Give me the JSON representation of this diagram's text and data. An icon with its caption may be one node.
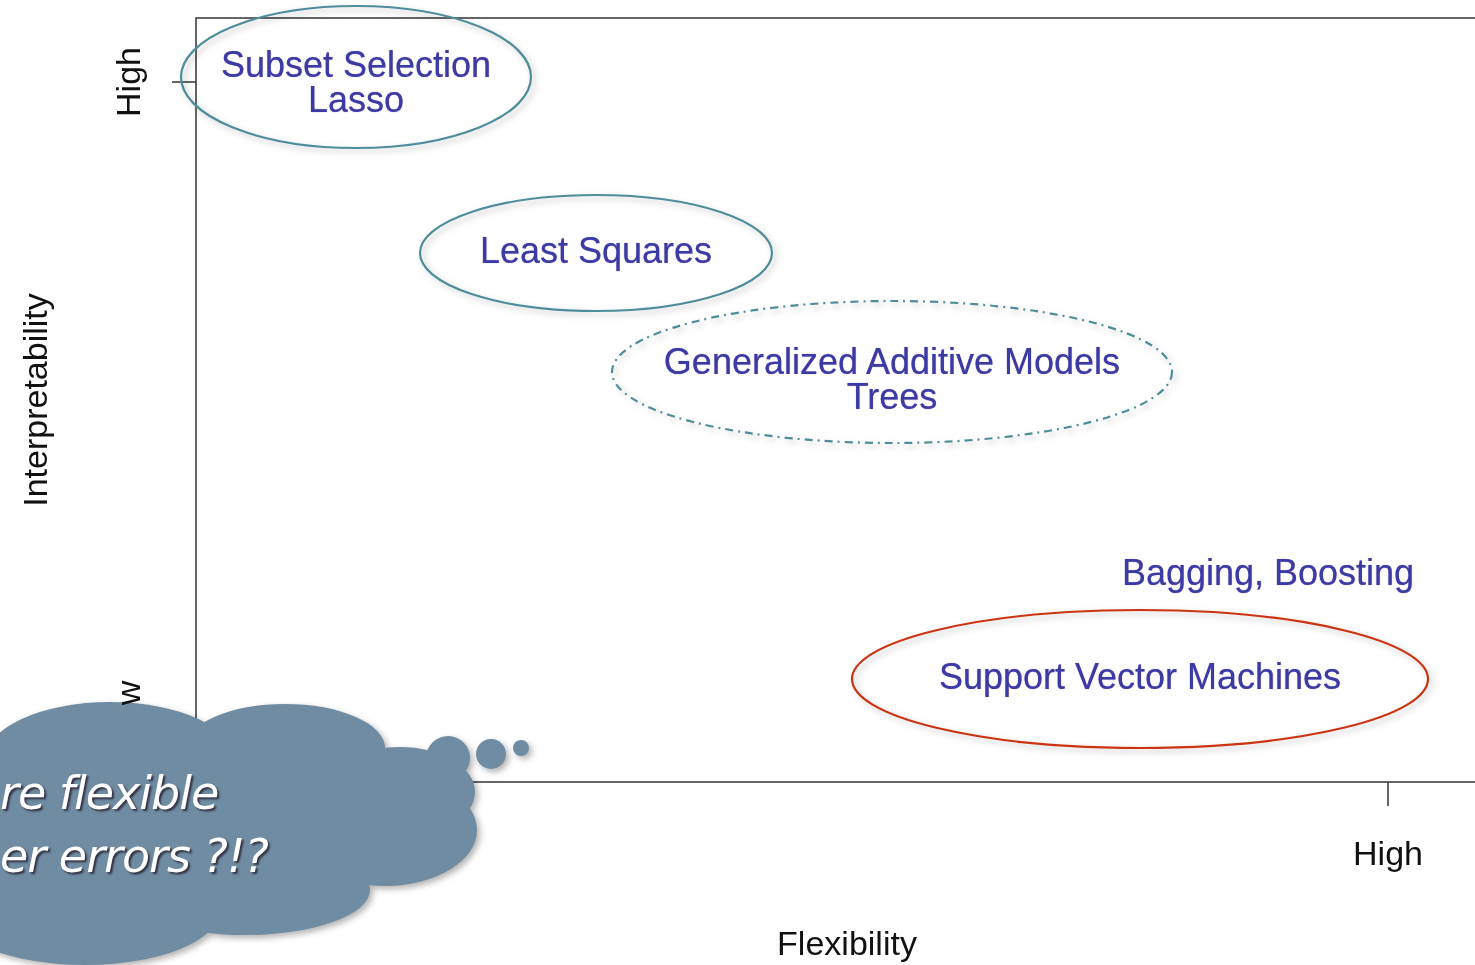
{
  "diagram": {
    "nodes": [
      {
        "text": [
          "Subset Selection Lasso"
        ]
      },
      {
        "text": [
          "Least Squares"
        ]
      },
      {
        "text": [
          "Generalized Additive Models Trees"
        ]
      },
      {
        "text": [
          "Support Vector Machines"
        ]
      },
      {
        "text": [
          "re flexible",
          "er errors ?!?"
        ]
      }
    ],
    "labels": [
      "High",
      "Interpretability",
      "w",
      "Bagging, Boosting",
      "High",
      "Flexibility"
    ]
  }
}
